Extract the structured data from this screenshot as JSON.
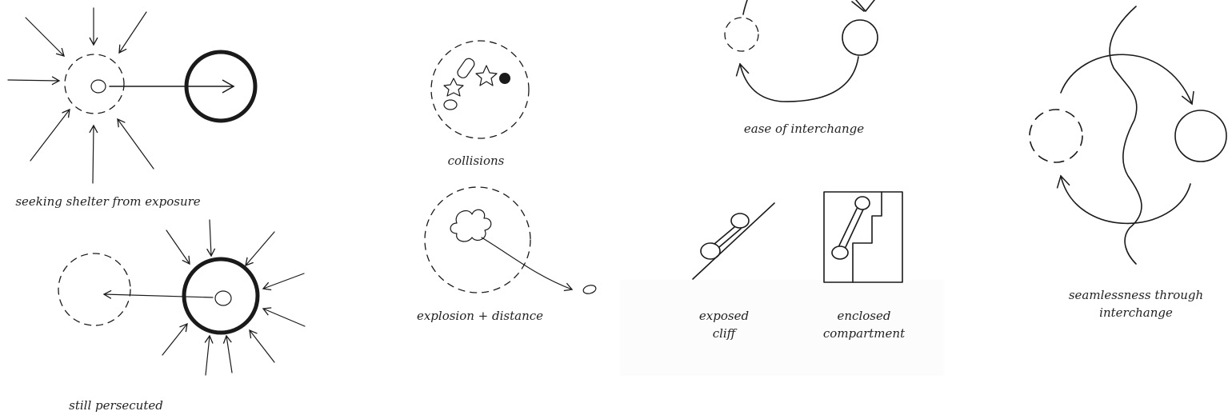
{
  "captions": {
    "seeking": "seeking shelter from exposure",
    "persecuted": "still persecuted",
    "collisions": "collisions",
    "explosion": "explosion + distance",
    "interchange": "ease of interchange",
    "exposed_1": "exposed",
    "exposed_2": "cliff",
    "enclosed_1": "enclosed",
    "enclosed_2": "compartment",
    "seamless_1": "seamlessness through",
    "seamless_2": "interchange"
  }
}
